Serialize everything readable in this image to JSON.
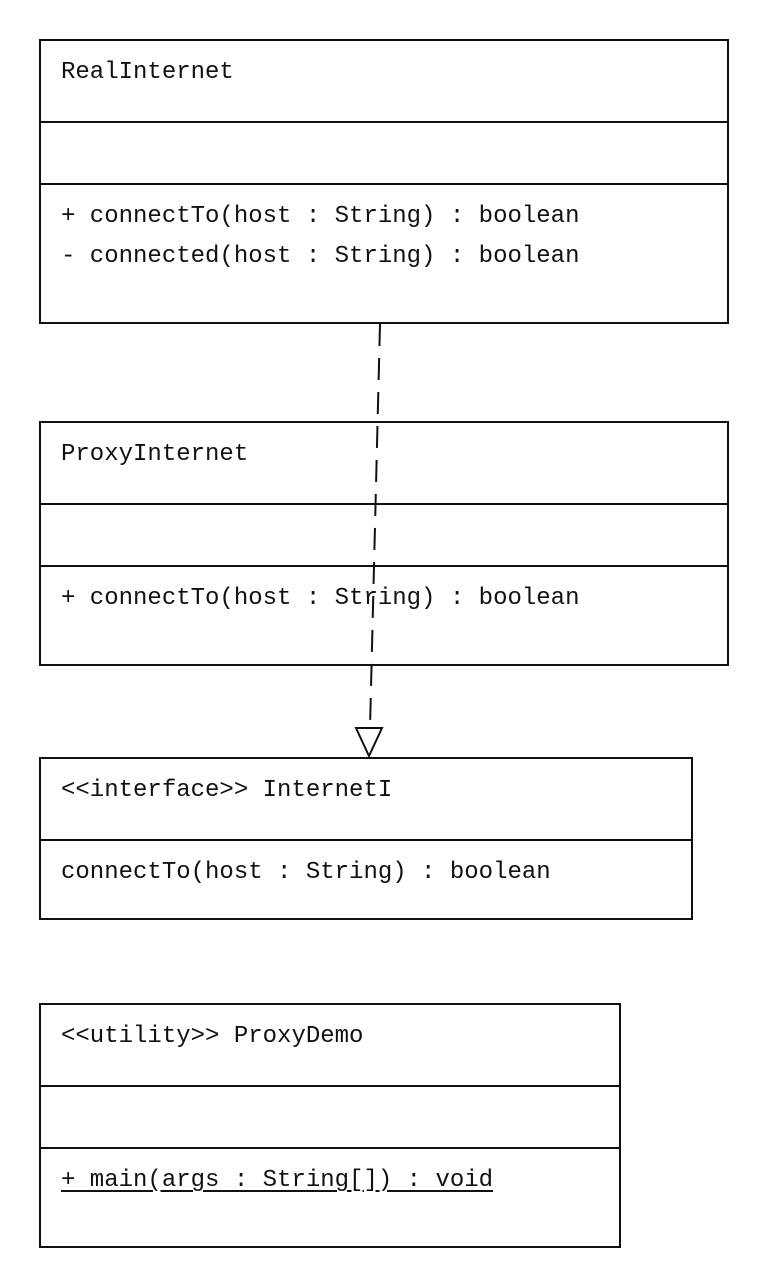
{
  "diagram": {
    "classes": {
      "real_internet": {
        "name": "RealInternet",
        "operations": [
          "+ connectTo(host : String) : boolean",
          "- connected(host : String) : boolean"
        ]
      },
      "proxy_internet": {
        "name": "ProxyInternet",
        "operations": [
          "+ connectTo(host : String) : boolean"
        ]
      },
      "internet_interface": {
        "name": "<<interface>> InternetI",
        "operations": [
          "connectTo(host : String) : boolean"
        ]
      },
      "proxy_demo": {
        "name": "<<utility>> ProxyDemo",
        "operations": [
          "+ main(args : String[]) : void"
        ]
      }
    },
    "relations": [
      {
        "type": "realization",
        "from": "RealInternet",
        "to": "InternetI",
        "line": "dashed",
        "arrowhead": "hollow-triangle"
      }
    ]
  }
}
